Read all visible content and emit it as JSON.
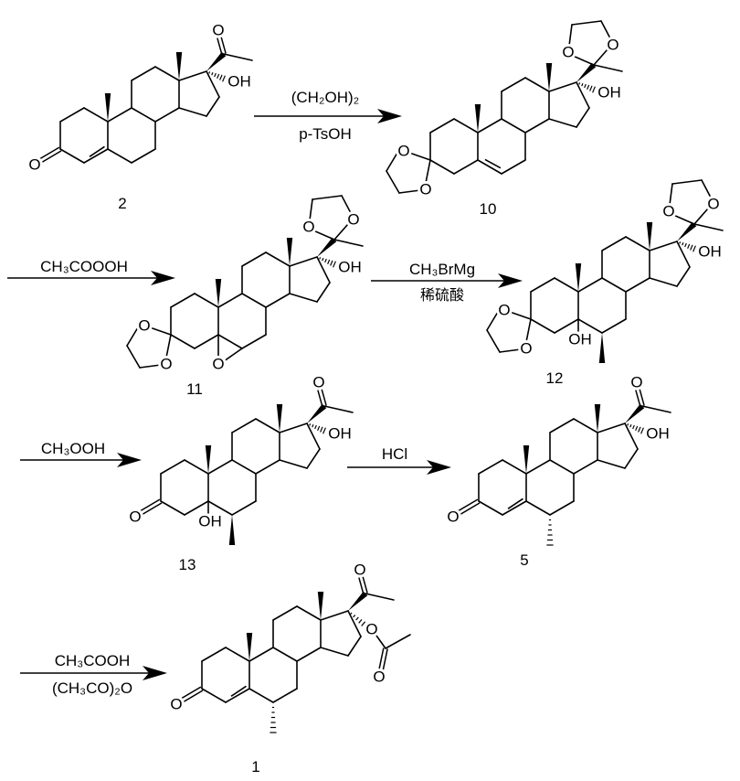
{
  "title": "Synthesis scheme",
  "atom_labels": {
    "oxygen": "O",
    "hydroxyl": "OH"
  },
  "compounds": {
    "c2": "2",
    "c10": "10",
    "c11": "11",
    "c12": "12",
    "c13": "13",
    "c5": "5",
    "c1": "1"
  },
  "reactions": [
    {
      "above": "(CH₂OH)₂",
      "below": "p-TsOH"
    },
    {
      "above": "CH₃COOOH",
      "below": ""
    },
    {
      "above": "CH₃BrMg",
      "below": "稀硫酸"
    },
    {
      "above": "CH₃OOH",
      "below": ""
    },
    {
      "above": "HCl",
      "below": ""
    },
    {
      "above": "CH₃COOH",
      "below": "(CH₃CO)₂O"
    }
  ]
}
